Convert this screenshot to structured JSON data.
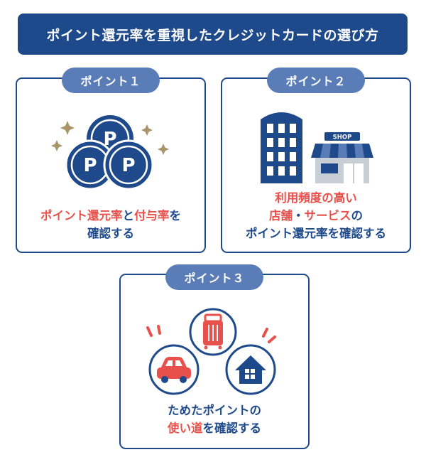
{
  "title": "ポイント還元率を重視したクレジットカードの選び方",
  "colors": {
    "navy": "#1e4a8c",
    "badge": "#5a7db8",
    "red": "#e8514b",
    "sparkle": "#a8956a",
    "gray": "#c8ced6"
  },
  "cards": [
    {
      "badge": "ポイント１",
      "lines": [
        [
          {
            "text": "ポイント還元率",
            "hl": true
          },
          {
            "text": "と",
            "hl": false
          },
          {
            "text": "付与率",
            "hl": true
          },
          {
            "text": "を",
            "hl": false
          }
        ],
        [
          {
            "text": "確認する",
            "hl": false
          }
        ]
      ],
      "coins": [
        "P",
        "P",
        "P"
      ]
    },
    {
      "badge": "ポイント２",
      "lines": [
        [
          {
            "text": "利用頻度の高い",
            "hl": true
          }
        ],
        [
          {
            "text": "店舗",
            "hl": true
          },
          {
            "text": "・",
            "hl": false
          },
          {
            "text": "サービス",
            "hl": true
          },
          {
            "text": "の",
            "hl": false
          }
        ],
        [
          {
            "text": "ポイント還元率を確認する",
            "hl": false
          }
        ]
      ],
      "shop_sign": "SHOP"
    },
    {
      "badge": "ポイント３",
      "lines": [
        [
          {
            "text": "ためたポイントの",
            "hl": false
          }
        ],
        [
          {
            "text": "使い道",
            "hl": true
          },
          {
            "text": "を確認する",
            "hl": false
          }
        ]
      ]
    }
  ]
}
